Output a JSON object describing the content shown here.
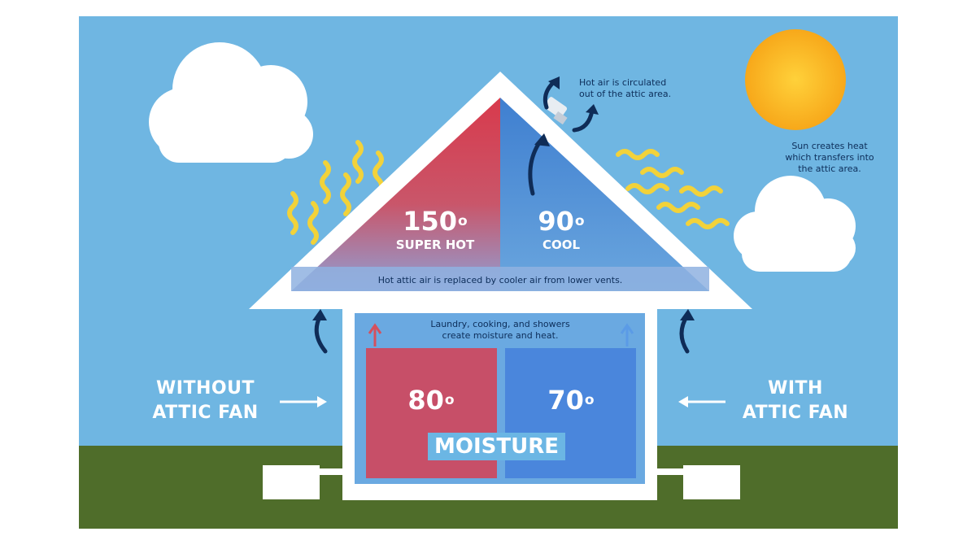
{
  "labels": {
    "without_fan": [
      "WITHOUT",
      "ATTIC FAN"
    ],
    "with_fan": [
      "WITH",
      "ATTIC FAN"
    ]
  },
  "attic": {
    "left_temp": "150",
    "left_unit": "o",
    "left_label": "SUPER HOT",
    "right_temp": "90",
    "right_unit": "o",
    "right_label": "COOL",
    "replaced_note": "Hot attic air is replaced by cooler air from lower vents."
  },
  "house": {
    "moisture_note": [
      "Laundry, cooking, and showers",
      "create moisture and heat."
    ],
    "left_temp": "80",
    "left_unit": "o",
    "right_temp": "70",
    "right_unit": "o",
    "moisture_label": "MOISTURE"
  },
  "notes": {
    "circulated": [
      "Hot air is circulated",
      "out of the attic area."
    ],
    "sun": [
      "Sun creates heat",
      "which transfers into",
      "the attic area."
    ]
  },
  "colors": {
    "sky": "#6fb6e2",
    "grass": "#4f6d2a",
    "hot": "#d4505e",
    "cool": "#3f7fcc",
    "house_frame": "#ffffff",
    "arrow": "#0f2c57",
    "heat_wave": "#f2d23a",
    "sun": "#f8b31b"
  }
}
